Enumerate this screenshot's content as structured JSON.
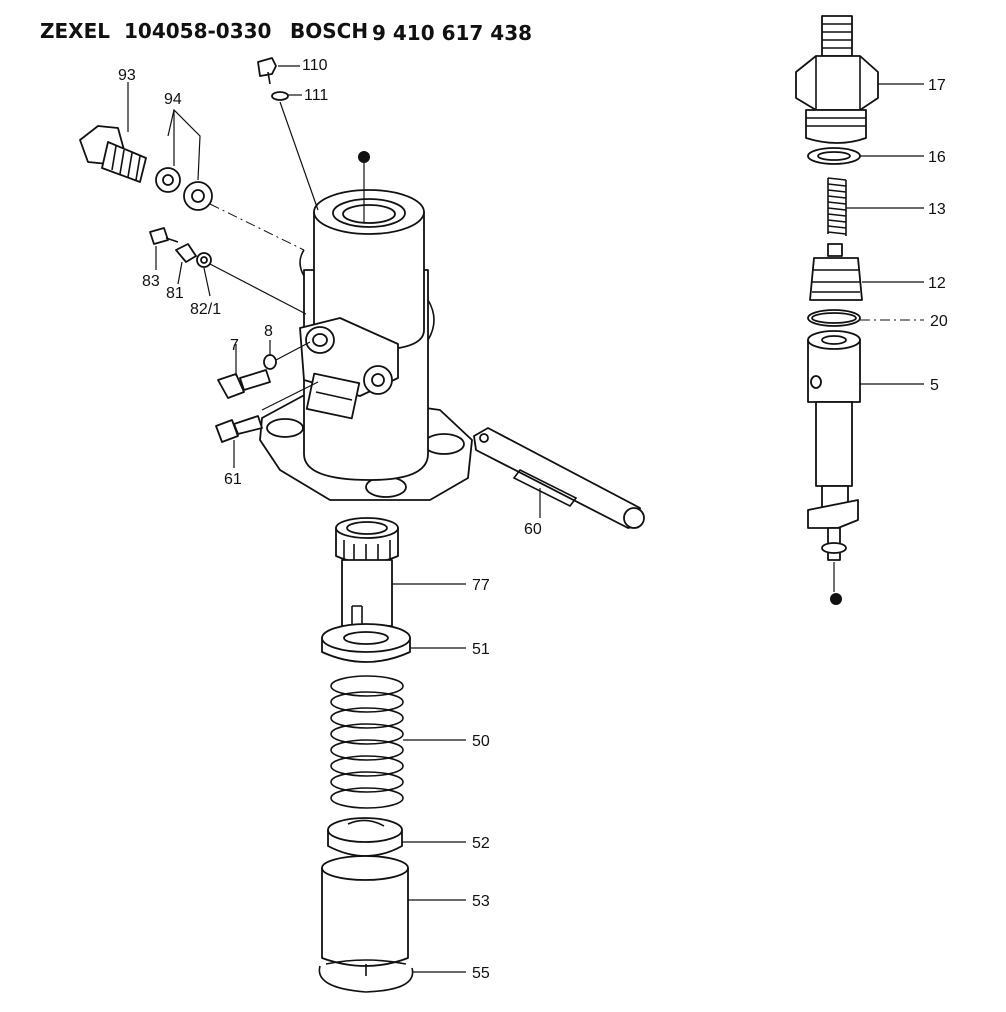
{
  "header": {
    "brand1": "ZEXEL",
    "part1": "104058-0330",
    "brand2": "BOSCH",
    "part2": "9 410 617 438"
  },
  "callouts": {
    "c93": "93",
    "c94": "94",
    "c110": "110",
    "c111": "111",
    "c83": "83",
    "c81": "81",
    "c82": "82/1",
    "c7": "7",
    "c8": "8",
    "c61": "61",
    "c60": "60",
    "c77": "77",
    "c51": "51",
    "c50": "50",
    "c52": "52",
    "c53": "53",
    "c55": "55",
    "c17": "17",
    "c16": "16",
    "c13": "13",
    "c12": "12",
    "c20": "20",
    "c5": "5"
  }
}
